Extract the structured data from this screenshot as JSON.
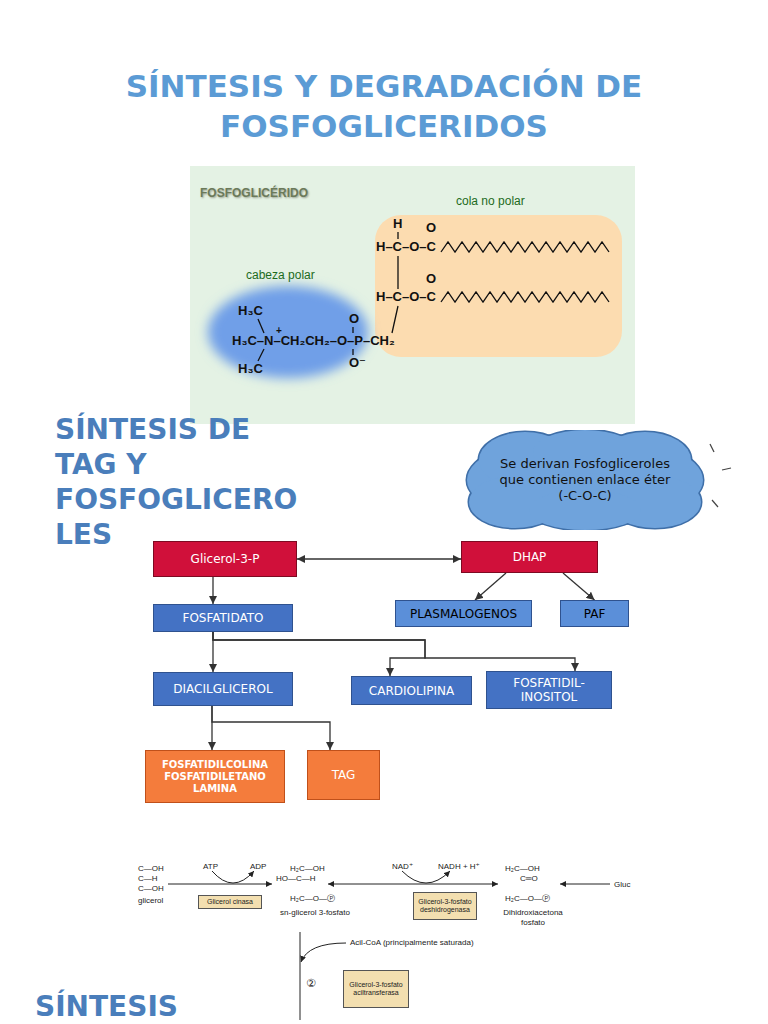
{
  "diagram": {
    "title": "SÍNTESIS Y DEGRADACIÓN DE FOSFOGLICERIDOS",
    "nodes": [
      {
        "text": [
          "Se derivan Fosfogliceroles que contienen enlace éter (-C-O-C)"
        ]
      },
      {
        "text": [
          "Glicerol-3-P"
        ]
      },
      {
        "text": [
          "DHAP"
        ]
      },
      {
        "text": [
          "FOSFATIDATO"
        ]
      },
      {
        "text": [
          "PLASMALOGENOS"
        ]
      },
      {
        "text": [
          "PAF"
        ]
      },
      {
        "text": [
          "DIACILGLICEROL"
        ]
      },
      {
        "text": [
          "CARDIOLIPINA"
        ]
      },
      {
        "text": [
          "FOSFATIDIL-INOSITOL"
        ]
      },
      {
        "text": [
          "FOSFATIDILCOLINA FOSFATIDILETANO LAMINA"
        ]
      },
      {
        "text": [
          "TAG"
        ]
      },
      {
        "text": [
          "Glicerol cinasa"
        ]
      },
      {
        "text": [
          "Glicerol-3-fosfato deshidrogenasa"
        ]
      },
      {
        "text": [
          "Glicerol-3-fosfato aciltransferasa"
        ]
      }
    ],
    "edges": [
      {
        "from": 1,
        "to": 2,
        "arrow": "both"
      },
      {
        "from": 2,
        "to": 4,
        "arrow": "to"
      },
      {
        "from": 2,
        "to": 5,
        "arrow": "to"
      },
      {
        "from": 1,
        "to": 3,
        "arrow": "to"
      },
      {
        "from": 3,
        "to": 6,
        "arrow": "to"
      },
      {
        "from": 3,
        "to": 7,
        "arrow": "to"
      },
      {
        "from": 3,
        "to": 8,
        "arrow": "to"
      },
      {
        "from": 6,
        "to": 9,
        "arrow": "to"
      },
      {
        "from": 6,
        "to": 10,
        "arrow": "to"
      }
    ],
    "labels": [
      "SÍNTESIS DE TAG Y FOSFOGLICEROLES",
      "FOSFOGLICÉRIDO",
      "cola no polar",
      "cabeza polar",
      "H",
      "O",
      "H–C–O–C",
      "O",
      "H–C–O–C",
      "H₃C",
      "+",
      "H₃C–N–CH₂CH₂–O–P–CH₂",
      "O",
      "H₃C",
      "O⁻",
      "C—OH",
      "C—H",
      "C—OH",
      "glicerol",
      "ATP",
      "ADP",
      "H₂C—OH",
      "HO—C—H",
      "H₂C—O—Ⓟ",
      "sn-glicerol 3-fosfato",
      "NAD⁺",
      "NADH + H⁺",
      "H₂C—OH",
      "C═O",
      "H₂C—O—Ⓟ",
      "Dihidroxiacetona fosfato",
      "Gluc",
      "Acil-CoA (principalmente saturada)",
      "②",
      "SÍNTESIS"
    ]
  }
}
